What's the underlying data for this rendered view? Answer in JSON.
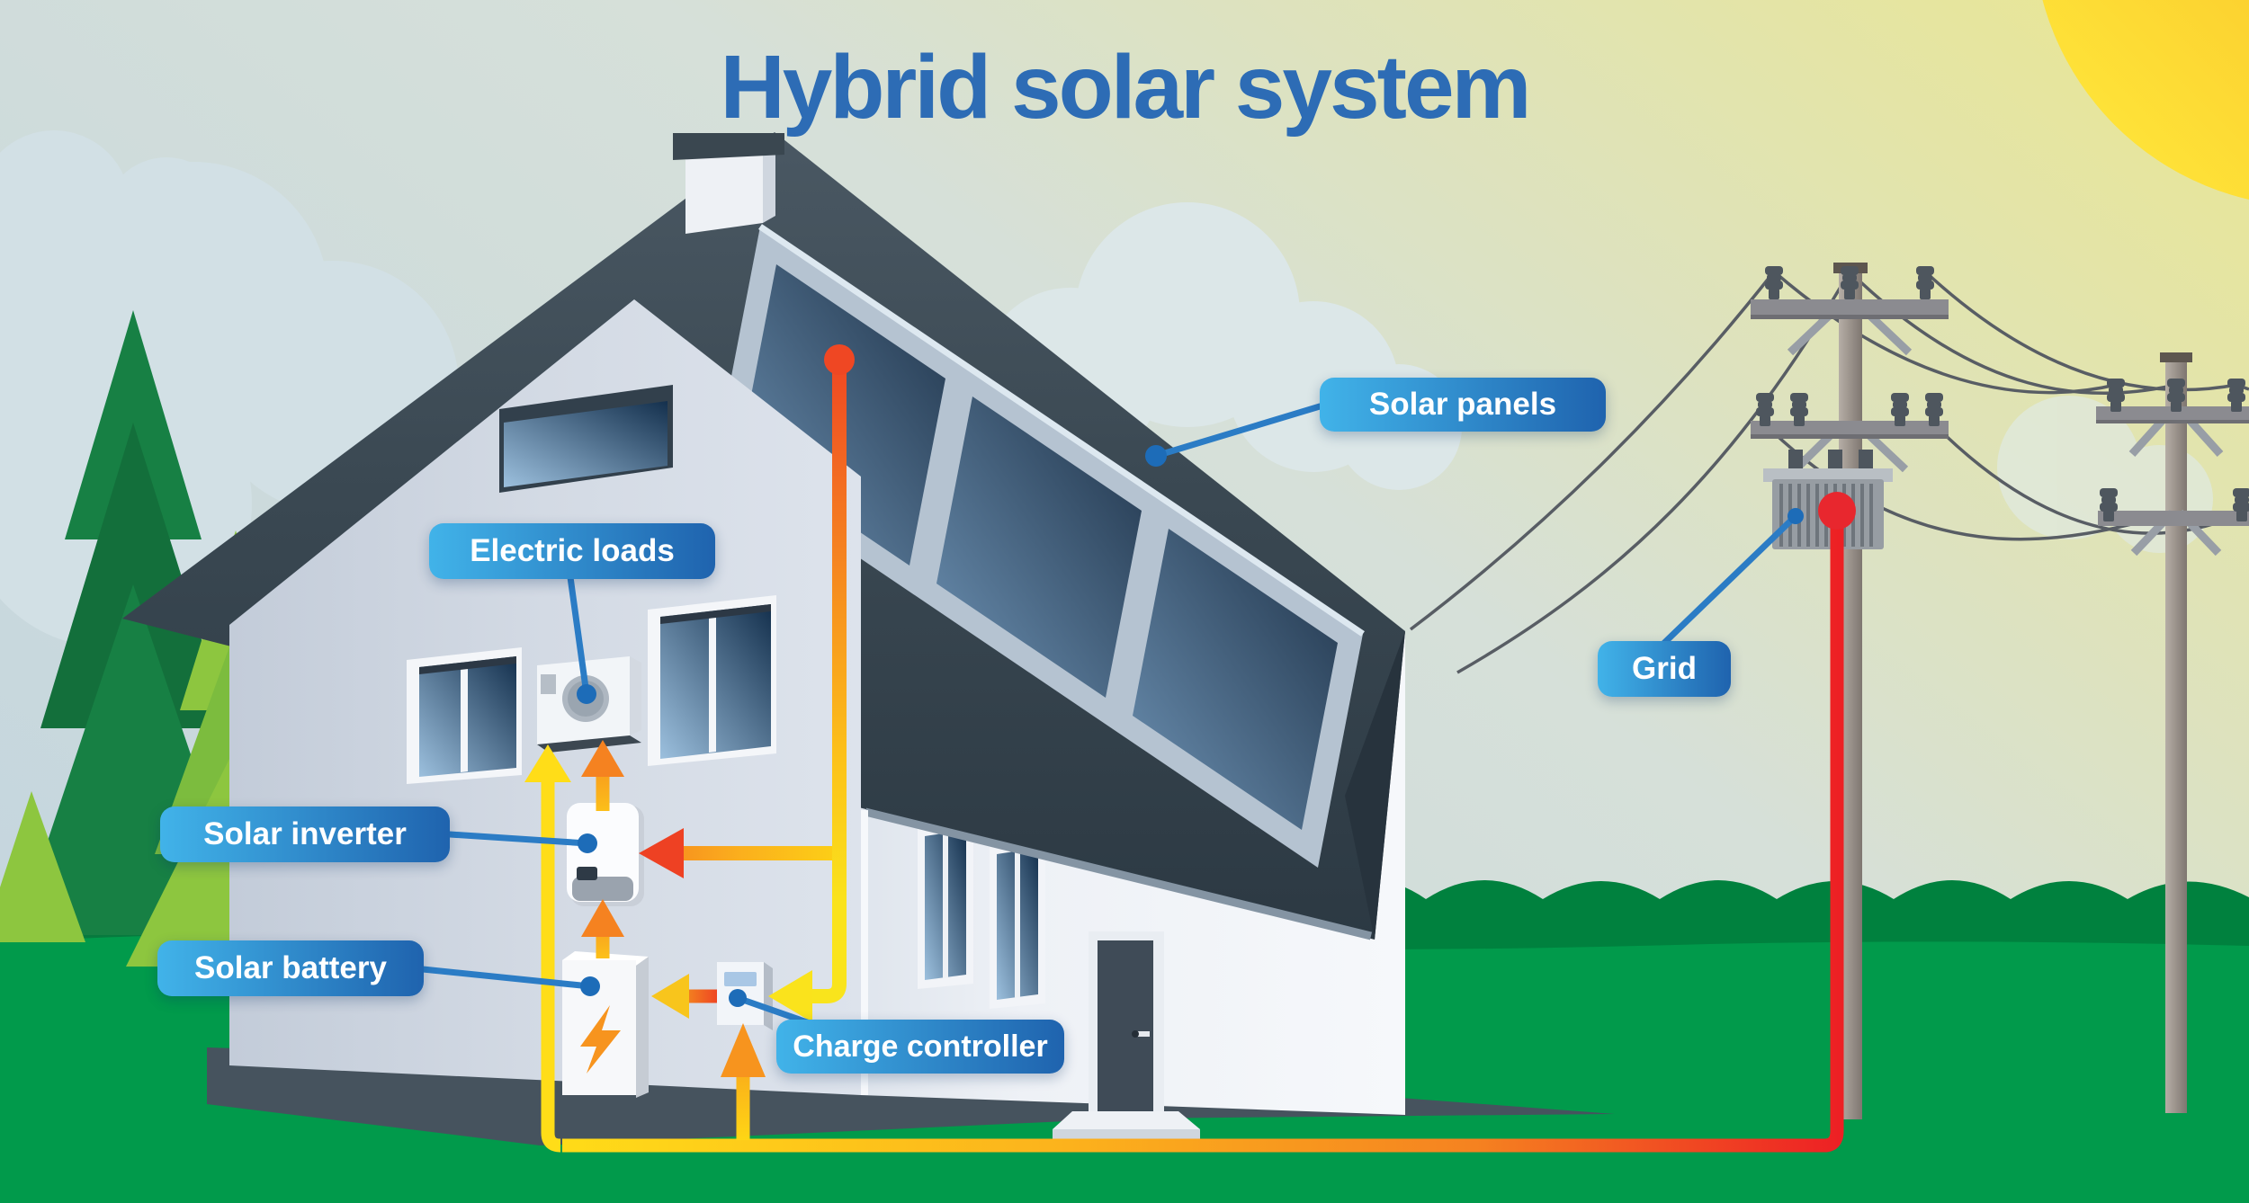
{
  "title": "Hybrid solar system",
  "labels": {
    "solar_panels": "Solar panels",
    "electric_loads": "Electric loads",
    "solar_inverter": "Solar inverter",
    "solar_battery": "Solar battery",
    "charge_controller": "Charge controller",
    "grid": "Grid"
  },
  "colors": {
    "title_blue": "#2d6cb5",
    "label_gradient_start": "#41b3e9",
    "label_gradient_end": "#1f63ae",
    "connector_blue": "#2b7cc5",
    "flow_yellow": "#ffdd18",
    "flow_orange": "#f7941e",
    "flow_red_orange": "#ef4723",
    "flow_red": "#e8272e",
    "roof_slate": "#36434e",
    "panel_blue": "#2a3f58",
    "grass_green": "#019a4b",
    "hedge_green": "#00813e",
    "sun_yellow": "#ffe93c",
    "sun_orange": "#f7a81b"
  }
}
